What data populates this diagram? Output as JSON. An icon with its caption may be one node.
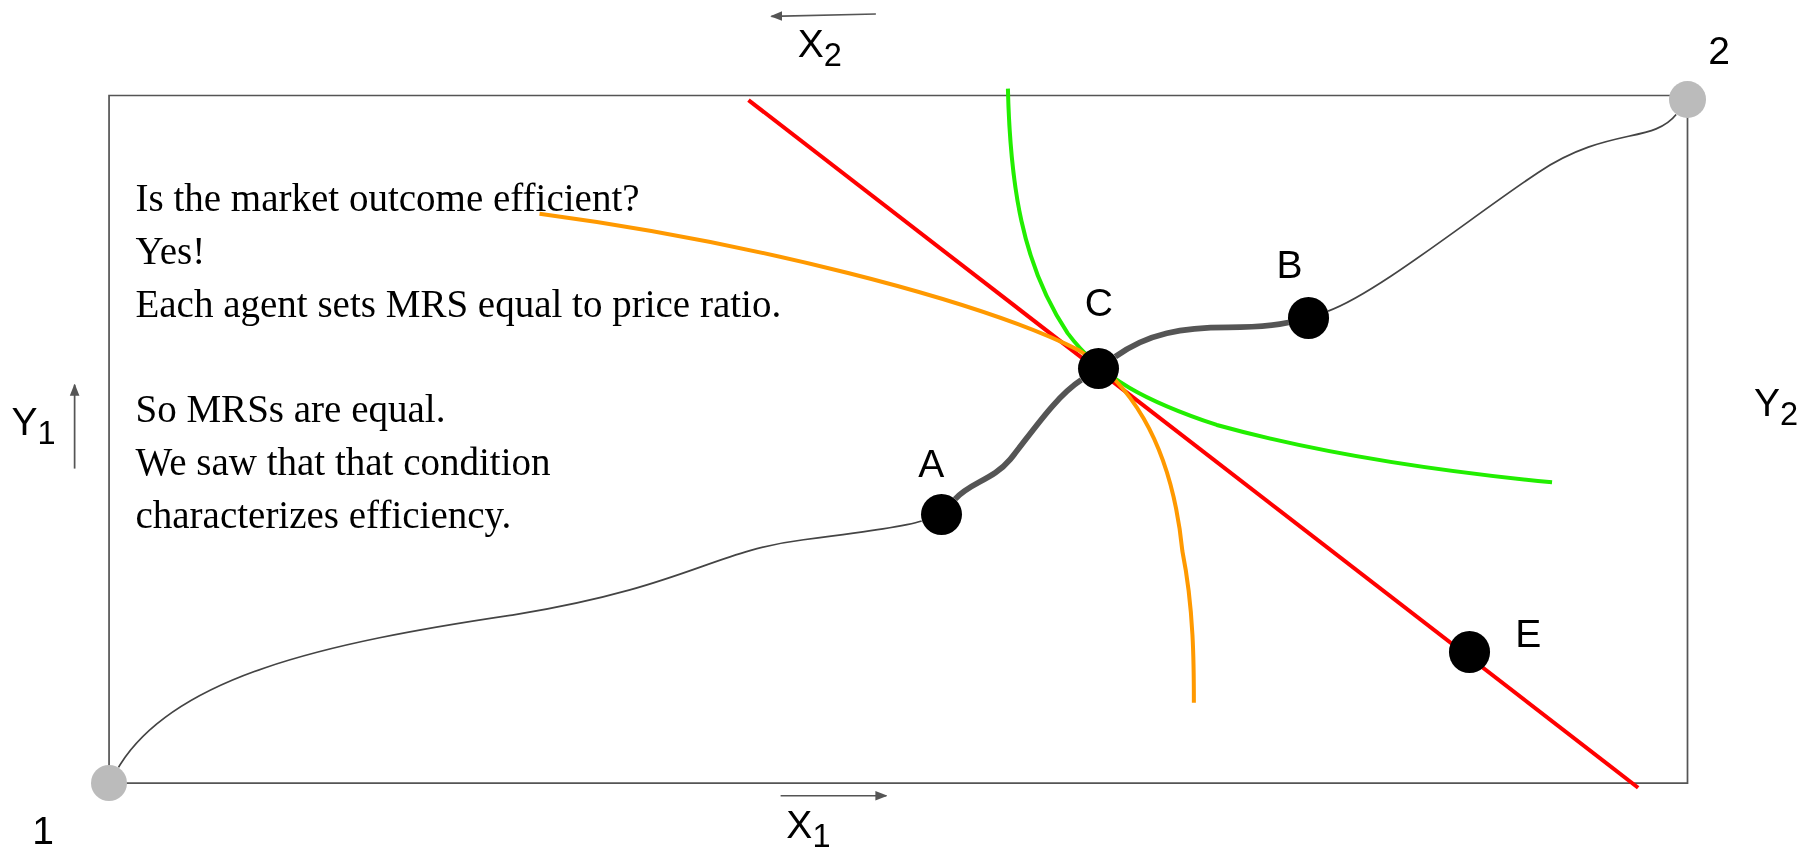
{
  "diagram": {
    "nodes": [
      {
        "text": [],
        "shape": "circle",
        "beside": [
          "1"
        ]
      },
      {
        "text": [],
        "shape": "circle",
        "beside": [
          "2"
        ]
      },
      {
        "text": [],
        "shape": "circle",
        "beside": [
          "A"
        ]
      },
      {
        "text": [],
        "shape": "circle",
        "beside": [
          "C"
        ]
      },
      {
        "text": [],
        "shape": "circle",
        "beside": [
          "B"
        ]
      },
      {
        "text": [],
        "shape": "circle",
        "beside": [
          "E"
        ]
      }
    ],
    "edges": [
      {
        "from": 0,
        "to": 2,
        "arrow": "none"
      },
      {
        "from": 2,
        "to": 3,
        "arrow": "none",
        "style": "thick"
      },
      {
        "from": 3,
        "to": 4,
        "arrow": "none",
        "style": "thick"
      },
      {
        "from": 4,
        "to": 1,
        "arrow": "none"
      }
    ],
    "labels": [
      "X$_{2}$",
      "Is the market outcome efficient?",
      "Yes!",
      "Each agent sets MRS equal to price ratio.",
      "So MRSs are equal.",
      "We saw that that condition characterizes efficiency.",
      "Y$_{1}$",
      "Y$_{2}$",
      "X$_{1}$"
    ]
  }
}
